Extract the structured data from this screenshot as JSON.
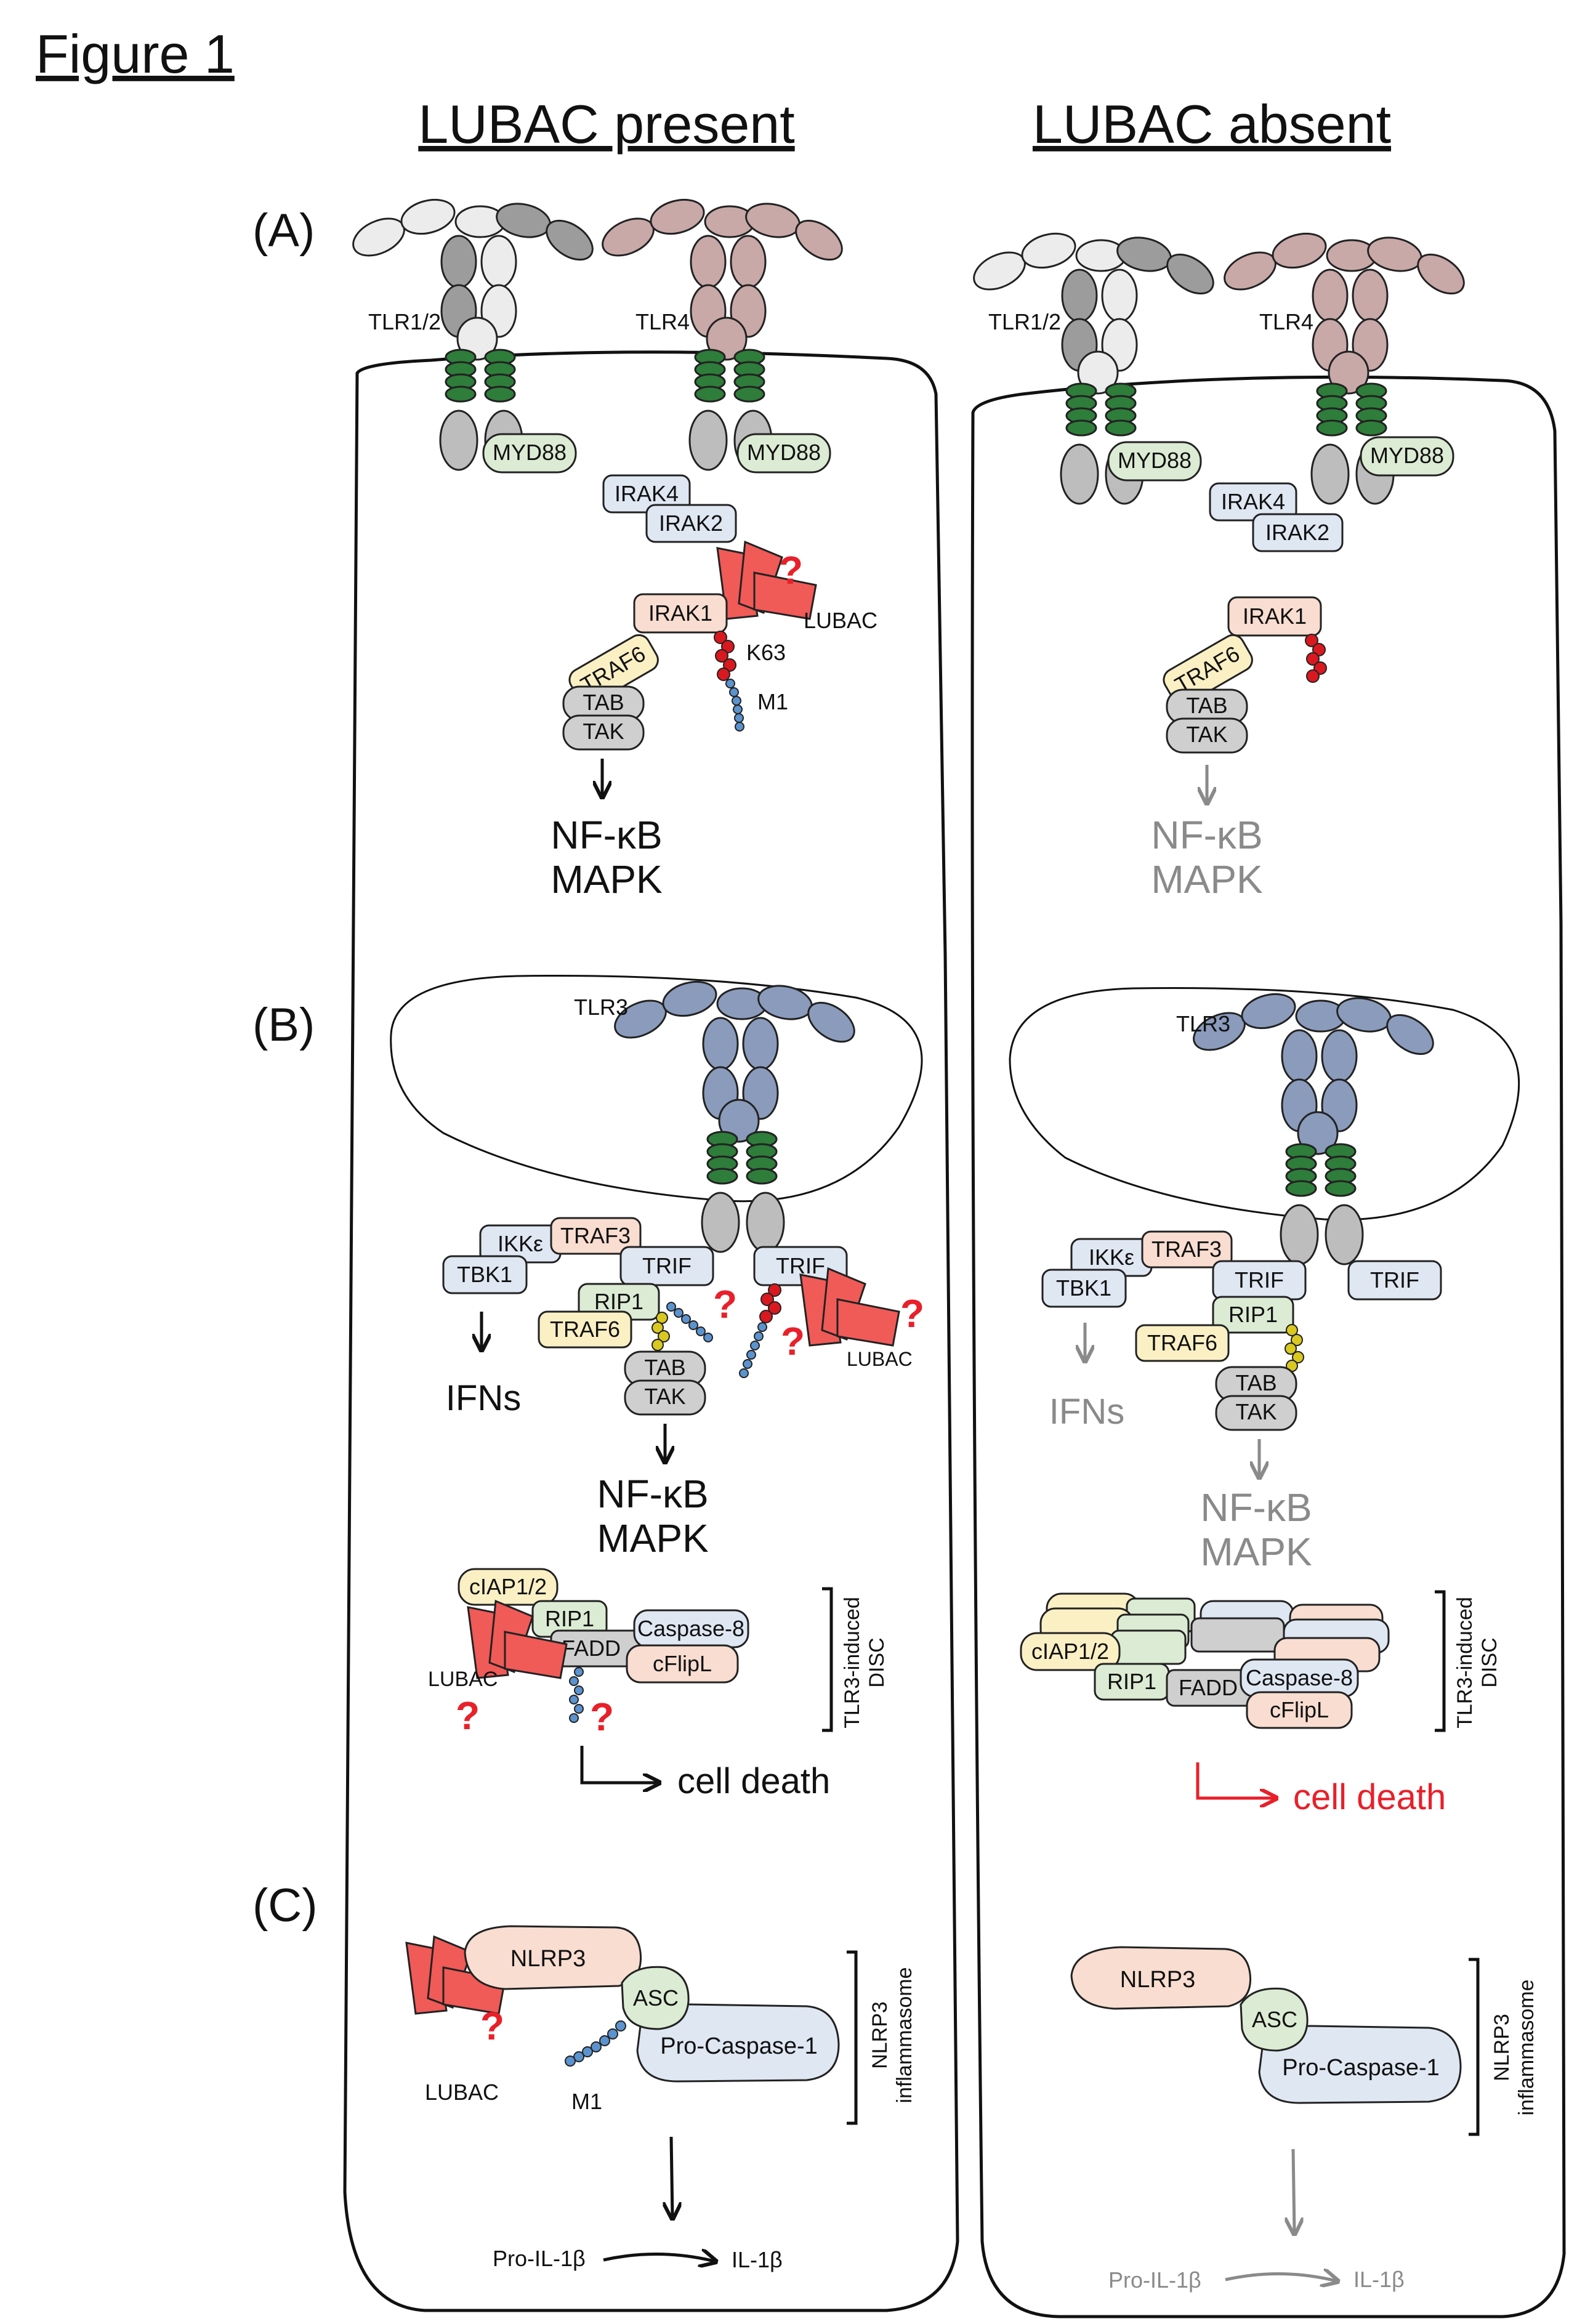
{
  "figure_title": "Figure 1",
  "columns": {
    "present": "LUBAC present",
    "absent": "LUBAC absent"
  },
  "panels": {
    "A": "(A)",
    "B": "(B)",
    "C": "(C)"
  },
  "labels": {
    "tlr12": "TLR1/2",
    "tlr4": "TLR4",
    "tlr3": "TLR3",
    "myd88": "MYD88",
    "irak4": "IRAK4",
    "irak2": "IRAK2",
    "irak1": "IRAK1",
    "traf6": "TRAF6",
    "traf3": "TRAF3",
    "tab": "TAB",
    "tak": "TAK",
    "lubac": "LUBAC",
    "k63": "K63",
    "m1": "M1",
    "nfkb": "NF-κB",
    "mapk": "MAPK",
    "ikke": "IKKε",
    "tbk1": "TBK1",
    "trif": "TRIF",
    "rip1": "RIP1",
    "ifns": "IFNs",
    "ciap": "cIAP1/2",
    "fadd": "FADD",
    "caspase8": "Caspase-8",
    "cfliplong": "cFlipL",
    "disc_line1": "TLR3-induced",
    "disc_line2": "DISC",
    "cell_death": "cell death",
    "nlrp3": "NLRP3",
    "asc": "ASC",
    "procasp1": "Pro-Caspase-1",
    "inflamma_line1": "NLRP3",
    "inflamma_line2": "inflammasome",
    "pro_il1b": "Pro-IL-1β",
    "il1b": "IL-1β",
    "question": "?"
  },
  "colors": {
    "tlr12_light": "#ececec",
    "tlr12_dark": "#9c9c9c",
    "tlr4": "#c9a8a8",
    "tlr3": "#8a9bbc",
    "tm_green": "#2e7d3a",
    "myd88": "#dcebd3",
    "irak_blue": "#dfe7f3",
    "irak1": "#f8ddd0",
    "traf6": "#fbf0c4",
    "tab_tak": "#cfcfcf",
    "lubac": "#f05a57",
    "k63": "#d9191f",
    "m1": "#5b93cf",
    "yellow_chain": "#d9c81f",
    "rip1": "#dcebd3",
    "trif": "#dfe7f3",
    "nlrp3": "#f8ddd0",
    "asc": "#dcebd3",
    "procasp1": "#dfe7f3",
    "absent_text": "#8a8a8a",
    "death_red": "#e8202a"
  }
}
